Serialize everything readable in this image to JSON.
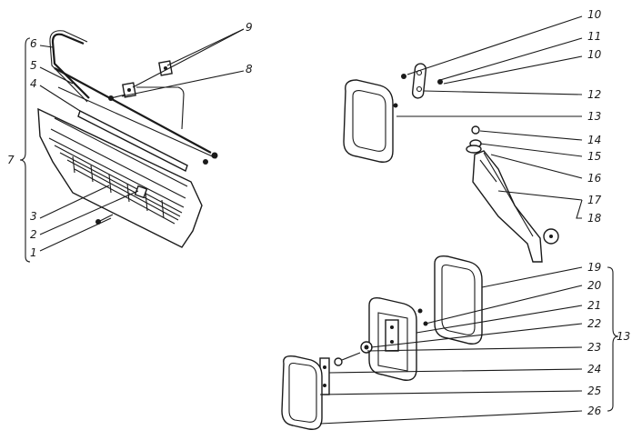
{
  "diagram": {
    "labels_left": {
      "l6": "6",
      "l5": "5",
      "l4": "4",
      "l7": "7",
      "l3": "3",
      "l2": "2",
      "l1": "1"
    },
    "labels_top": {
      "l9": "9",
      "l8": "8"
    },
    "labels_right": {
      "l10a": "10",
      "l11": "11",
      "l10b": "10",
      "l12": "12",
      "l13a": "13",
      "l14": "14",
      "l15": "15",
      "l16": "16",
      "l17": "17",
      "l18": "18",
      "l19": "19",
      "l20": "20",
      "l21": "21",
      "l22": "22",
      "l13b": "13",
      "l23": "23",
      "l24": "24",
      "l25": "25",
      "l26": "26"
    }
  }
}
